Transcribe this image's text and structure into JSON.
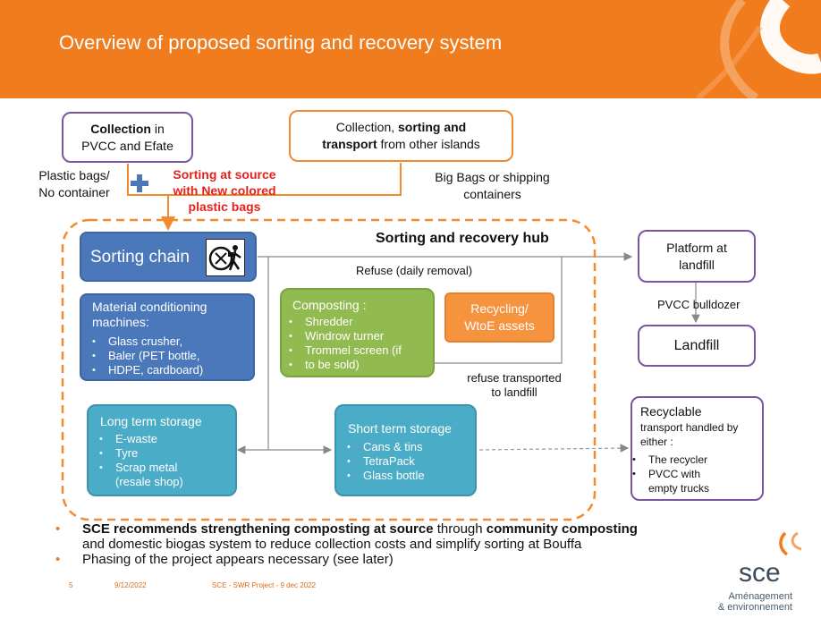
{
  "header": {
    "title": "Overview of proposed sorting and recovery system"
  },
  "collection_pvcc": {
    "bold": "Collection",
    "rest1": " in",
    "line2": "PVCC and Efate"
  },
  "collection_islands": {
    "line1": "Collection, ",
    "line1_bold": "sorting and",
    "line2_bold": "transport",
    "line2": " from other islands"
  },
  "labels": {
    "plastic_bags": [
      "Plastic bags/",
      "No container"
    ],
    "sorting_at_source": [
      "Sorting at source",
      "with New colored",
      "plastic bags"
    ],
    "big_bags": [
      "Big Bags or shipping",
      "containers"
    ],
    "hub_title": "Sorting and recovery hub",
    "refuse_daily": "Refuse (daily removal)",
    "refuse_transported": [
      "refuse transported",
      "to landfill"
    ],
    "pvcc_bulldozer": "PVCC bulldozer"
  },
  "sorting_chain": {
    "label": "Sorting chain",
    "icon": "recycling-bin-icon"
  },
  "material_conditioning": {
    "title": [
      "Material conditioning",
      "machines:"
    ],
    "items": [
      "Glass crusher,",
      "Baler (PET bottle,",
      "HDPE, cardboard)"
    ]
  },
  "composting": {
    "title": "Composting :",
    "items": [
      "Shredder",
      "Windrow turner",
      "Trommel screen (if",
      "to be sold)"
    ]
  },
  "recycling_wtoe": {
    "line1": "Recycling/",
    "line2": "WtoE assets"
  },
  "long_term": {
    "title": "Long term storage",
    "items": [
      "E-waste",
      "Tyre",
      "Scrap metal",
      "(resale shop)"
    ]
  },
  "short_term": {
    "title": "Short term storage",
    "items": [
      "Cans & tins",
      "TetraPack",
      "Glass bottle"
    ]
  },
  "platform": {
    "line1": "Platform at",
    "line2": "landfill"
  },
  "landfill": {
    "label": "Landfill"
  },
  "recyclable": {
    "title": "Recyclable",
    "sub1": "transport handled by",
    "sub2": "either :",
    "items": [
      "The recycler",
      "PVCC with",
      "empty trucks"
    ]
  },
  "bullets": {
    "b1_bold1": "SCE recommends strengthening composting at source",
    "b1_mid": " through ",
    "b1_bold2": "community composting",
    "b1_line2": "and domestic biogas system to reduce collection costs and simplify sorting at Bouffa",
    "b2": "Phasing of the project appears necessary (see later)"
  },
  "footer": {
    "page": "5",
    "date": "9/12/2022",
    "project": "SCE - SWR Project - 9 dec 2022"
  },
  "logo": {
    "name": "sce",
    "tagline1": "Aménagement",
    "tagline2": "& environnement"
  },
  "colors": {
    "header": "#f07c1e",
    "purple": "#7a56a0",
    "blue": "#4a78ba",
    "teal": "#4aacc6",
    "green": "#91bb50",
    "orange": "#f5933f",
    "red_text": "#e5211c"
  }
}
